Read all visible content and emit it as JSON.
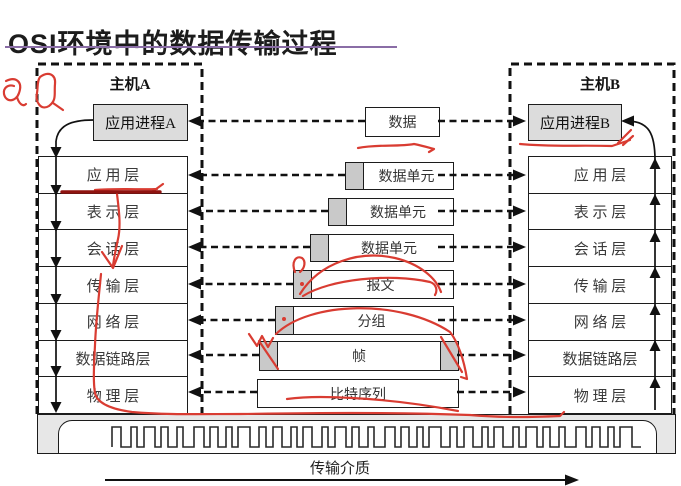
{
  "title": "OSI环境中的数据传输过程",
  "hosts": {
    "a": {
      "name": "主机A",
      "process": "应用进程A"
    },
    "b": {
      "name": "主机B",
      "process": "应用进程B"
    }
  },
  "layers": {
    "left": [
      "应 用 层",
      "表 示 层",
      "会 话 层",
      "传 输 层",
      "网 络 层",
      "数据链路层",
      "物 理 层"
    ],
    "right": [
      "应 用 层",
      "表 示 层",
      "会 话 层",
      "传 输 层",
      "网 络 层",
      "数据链路层",
      "物 理 层"
    ]
  },
  "middle": [
    {
      "label": "数据"
    },
    {
      "label": "数据单元"
    },
    {
      "label": "数据单元"
    },
    {
      "label": "数据单元"
    },
    {
      "label": "报文"
    },
    {
      "label": "分组"
    },
    {
      "label": "帧"
    },
    {
      "label": "比特序列"
    }
  ],
  "medium": {
    "label": "传输介质"
  },
  "colors": {
    "accent_underline": "#8a6da6",
    "annotation_red": "#d93c32",
    "cell_gray": "#c9c9c9"
  }
}
